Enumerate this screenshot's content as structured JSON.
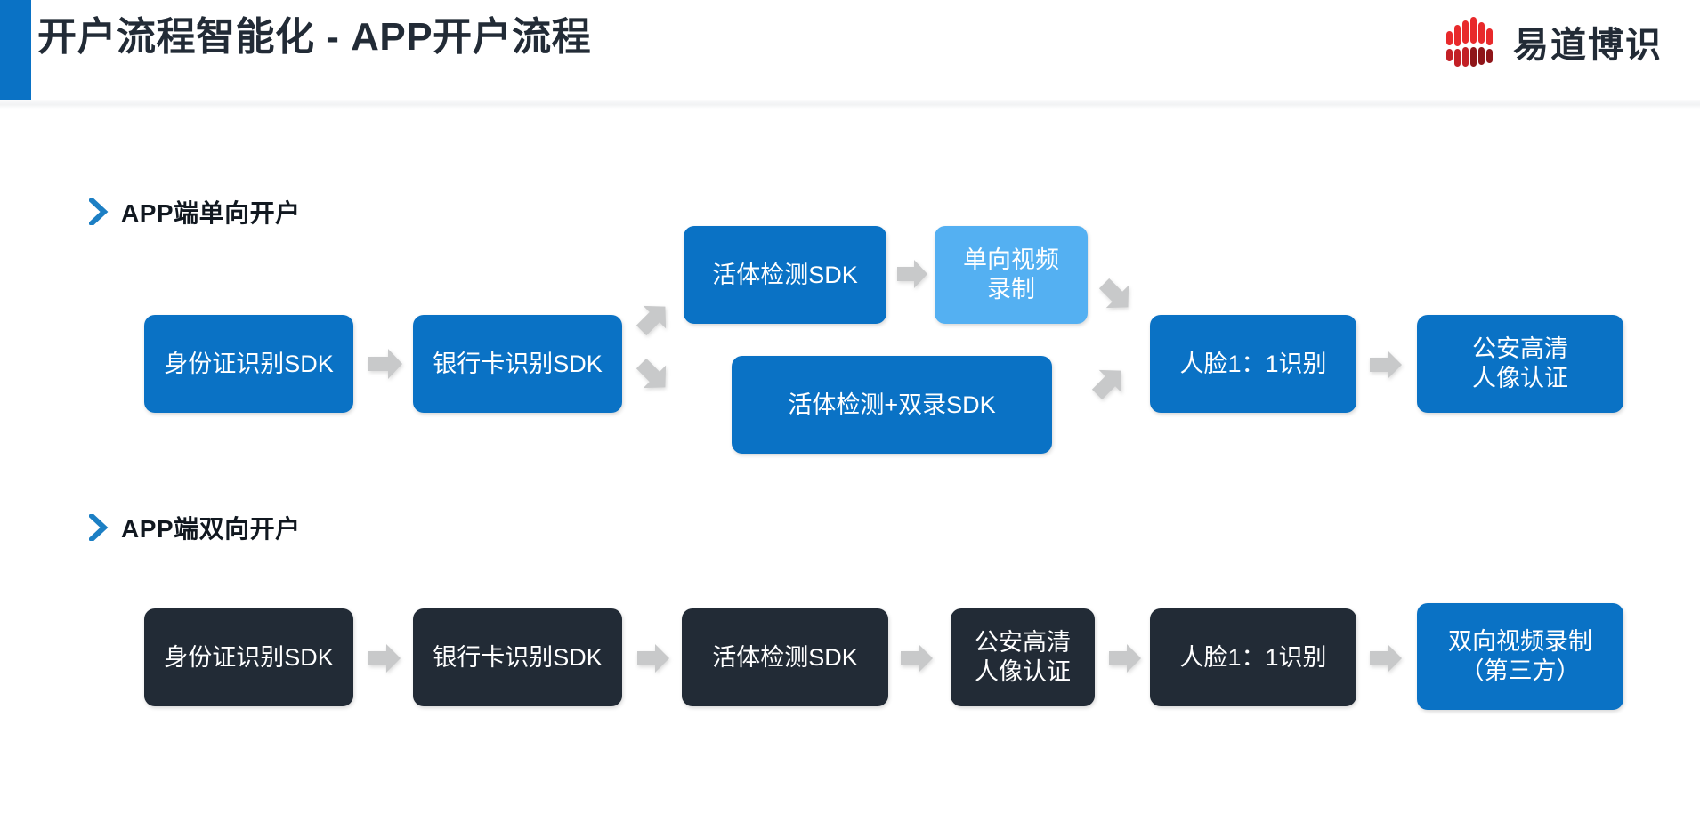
{
  "header": {
    "title": "开户流程智能化 - APP开户流程",
    "accent_color": "#0a72c5",
    "title_color": "#222b36"
  },
  "logo": {
    "text": "易道博识",
    "mark_name": "waveform-bars-logo",
    "mark_colors": [
      "#e8292b",
      "#c32026",
      "#8f1519"
    ]
  },
  "colors": {
    "blue": "#0a72c5",
    "light_blue": "#54b0f2",
    "dark": "#222b36",
    "arrow_gray": "#c8c9ca",
    "page_bg": "#ffffff"
  },
  "sections": [
    {
      "id": "one-way",
      "label": "APP端单向开户",
      "chevron_color": "#0a72c5",
      "nodes": [
        {
          "id": "n1",
          "label": "身份证识别SDK",
          "style": "blue"
        },
        {
          "id": "n2",
          "label": "银行卡识别SDK",
          "style": "blue"
        },
        {
          "id": "n3",
          "label": "活体检测SDK",
          "style": "blue"
        },
        {
          "id": "n4",
          "label": "单向视频\n录制",
          "style": "lightblue"
        },
        {
          "id": "n5",
          "label": "活体检测+双录SDK",
          "style": "blue"
        },
        {
          "id": "n6",
          "label": "人脸1：1识别",
          "style": "blue"
        },
        {
          "id": "n7",
          "label": "公安高清\n人像认证",
          "style": "blue"
        }
      ],
      "arrows": [
        {
          "from": "n1",
          "to": "n2",
          "dir": "right"
        },
        {
          "from": "n2",
          "to": "n3",
          "dir": "up-right"
        },
        {
          "from": "n2",
          "to": "n5",
          "dir": "down-right"
        },
        {
          "from": "n3",
          "to": "n4",
          "dir": "right"
        },
        {
          "from": "n4",
          "to": "n6",
          "dir": "down-right"
        },
        {
          "from": "n5",
          "to": "n6",
          "dir": "up-right"
        },
        {
          "from": "n6",
          "to": "n7",
          "dir": "right"
        }
      ]
    },
    {
      "id": "two-way",
      "label": "APP端双向开户",
      "chevron_color": "#0a72c5",
      "nodes": [
        {
          "id": "m1",
          "label": "身份证识别SDK",
          "style": "dark"
        },
        {
          "id": "m2",
          "label": "银行卡识别SDK",
          "style": "dark"
        },
        {
          "id": "m3",
          "label": "活体检测SDK",
          "style": "dark"
        },
        {
          "id": "m4",
          "label": "公安高清\n人像认证",
          "style": "dark"
        },
        {
          "id": "m5",
          "label": "人脸1：1识别",
          "style": "dark"
        },
        {
          "id": "m6",
          "label": "双向视频录制\n（第三方）",
          "style": "blue"
        }
      ],
      "arrows": [
        {
          "from": "m1",
          "to": "m2",
          "dir": "right"
        },
        {
          "from": "m2",
          "to": "m3",
          "dir": "right"
        },
        {
          "from": "m3",
          "to": "m4",
          "dir": "right"
        },
        {
          "from": "m4",
          "to": "m5",
          "dir": "right"
        },
        {
          "from": "m5",
          "to": "m6",
          "dir": "right"
        }
      ]
    }
  ]
}
